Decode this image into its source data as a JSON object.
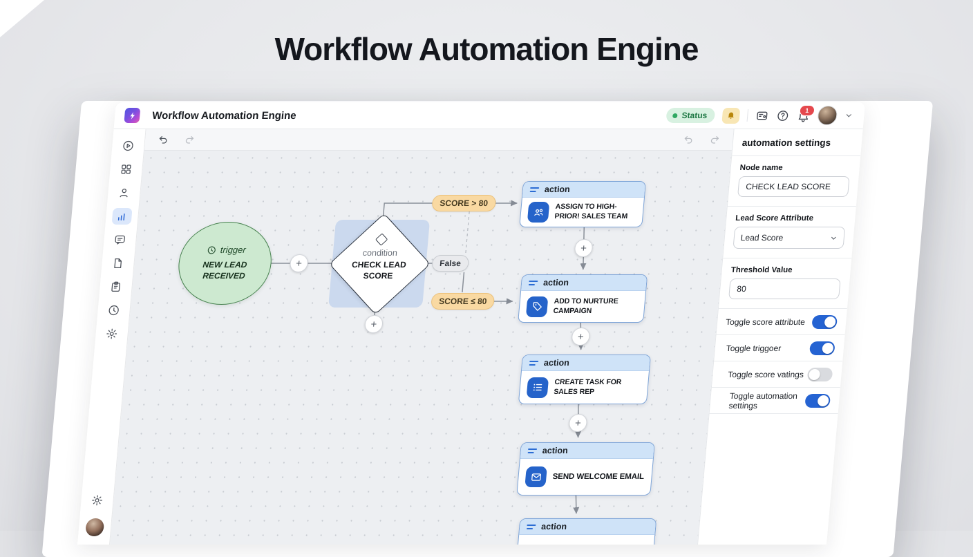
{
  "page": {
    "headline": "Workflow Automation Engine"
  },
  "window": {
    "header": {
      "app_title": "Workflow Automation Engine",
      "status_label": "Status",
      "notification_count": "1",
      "icons": [
        "logo-bolt-icon",
        "alert-bell-icon",
        "card-icon",
        "help-icon",
        "bell-icon",
        "avatar",
        "chevron-down-icon"
      ]
    },
    "toolbar": {
      "icons": [
        "undo-icon",
        "redo-icon"
      ]
    },
    "sidebar": {
      "items": [
        "play-circle",
        "grid",
        "user",
        "bar-chart",
        "chat",
        "file",
        "clipboard",
        "clock",
        "gear"
      ],
      "active_item": "bar-chart",
      "bottom_items": [
        "gear",
        "avatar"
      ]
    },
    "canvas": {
      "trigger": {
        "type_label": "trigger",
        "title": "NEW LEAD RECEIVED"
      },
      "condition": {
        "type_label": "condition",
        "title": "CHECK LEAD SCORE"
      },
      "edge_labels": {
        "high_score": "SCORE > 80",
        "false_branch": "False",
        "low_score": "SCORE ≤ 80"
      },
      "actions": [
        {
          "type_label": "action",
          "title": "ASSIGN TO HIGH-PRIOR! SALES TEAM",
          "icon": "team-icon"
        },
        {
          "type_label": "action",
          "title": "ADD TO NURTURE CAMPAIGN",
          "icon": "tag-icon"
        },
        {
          "type_label": "action",
          "title": "CREATE TASK FOR SALES REP",
          "icon": "task-list-icon"
        },
        {
          "type_label": "action",
          "title": "SEND WELCOME EMAIL",
          "icon": "mail-icon"
        },
        {
          "type_label": "action",
          "title": "",
          "icon": ""
        }
      ],
      "plus_label": "+"
    },
    "panel": {
      "title": "automation settings",
      "node_name": {
        "label": "Node name",
        "value": "CHECK LEAD SCORE"
      },
      "lead_score_attribute": {
        "label": "Lead Score Attribute",
        "value": "Lead Score"
      },
      "threshold": {
        "label": "Threshold Value",
        "value": "80"
      },
      "toggles": [
        {
          "label": "Toggle score attribute",
          "on": true
        },
        {
          "label": "Toggle triggoer",
          "on": true
        },
        {
          "label": "Toggle score vatings",
          "on": false
        },
        {
          "label": "Toggle automation settings",
          "on": true
        }
      ]
    }
  },
  "colors": {
    "accent_blue": "#2563ca",
    "node_header_blue": "#cfe3f8",
    "selection_blue": "#cbd9ee",
    "trigger_green": "#cde9d0",
    "trigger_border": "#47824f",
    "amber_label": "#f9d9a2",
    "status_green_bg": "#d8f1e1",
    "status_green_text": "#1d7743",
    "notification_red": "#e5484d",
    "canvas_bg": "#edeff2"
  }
}
